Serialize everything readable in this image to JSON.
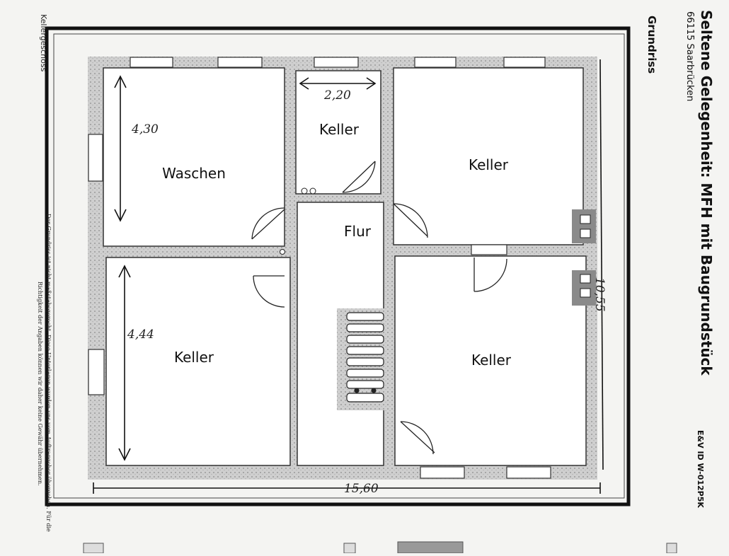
{
  "header": {
    "title": "Seltene Gelegenheit: MFH mit Baugrundstück",
    "address": "66115 Saarbrücken",
    "section": "Grundriss",
    "floor": "Kellergeschoss",
    "ref_id": "E&V ID W-012P5K"
  },
  "disclaimer": {
    "line1": "Der Grundriss ist nicht maßstabsgerecht. Diese Unterlagen wurden uns vom Auftraggeber übergeben. Für die",
    "line2": "Richtigkeit der Angaben können wir daher keine Gewähr übernehmen."
  },
  "rooms": {
    "waschen": "Waschen",
    "keller_small": "Keller",
    "keller_top_right": "Keller",
    "flur": "Flur",
    "keller_bottom_left": "Keller",
    "keller_bottom_right": "Keller"
  },
  "dimensions": {
    "waschen_height": "4,30",
    "keller_small_width": "2,20",
    "keller_bottom_left_height": "4,44",
    "total_height": "10,55",
    "total_width": "15,60"
  }
}
